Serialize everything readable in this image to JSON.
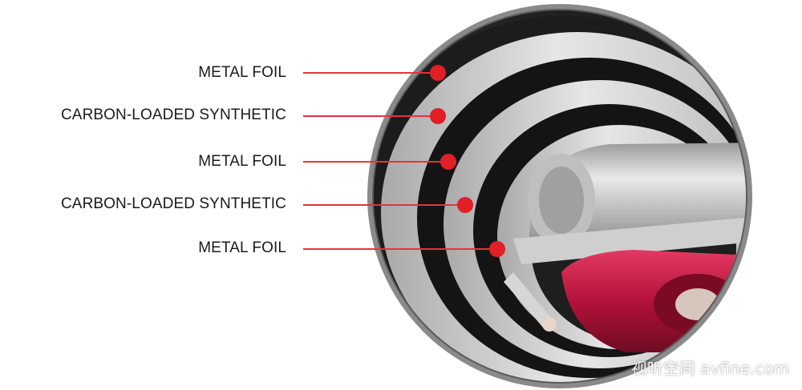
{
  "layers": [
    {
      "label": "METAL FOIL"
    },
    {
      "label": "CARBON-LOADED SYNTHETIC"
    },
    {
      "label": "METAL FOIL"
    },
    {
      "label": "CARBON-LOADED SYNTHETIC"
    },
    {
      "label": "METAL FOIL"
    }
  ],
  "colors": {
    "leader_line": "#e8323c",
    "dot": "#e01f26",
    "bezel": "#8a8a8a",
    "foil": "#d2d2d2",
    "carbon": "#141414",
    "conductor": "#b3123a"
  },
  "watermark": "视听空间 avfine.com"
}
